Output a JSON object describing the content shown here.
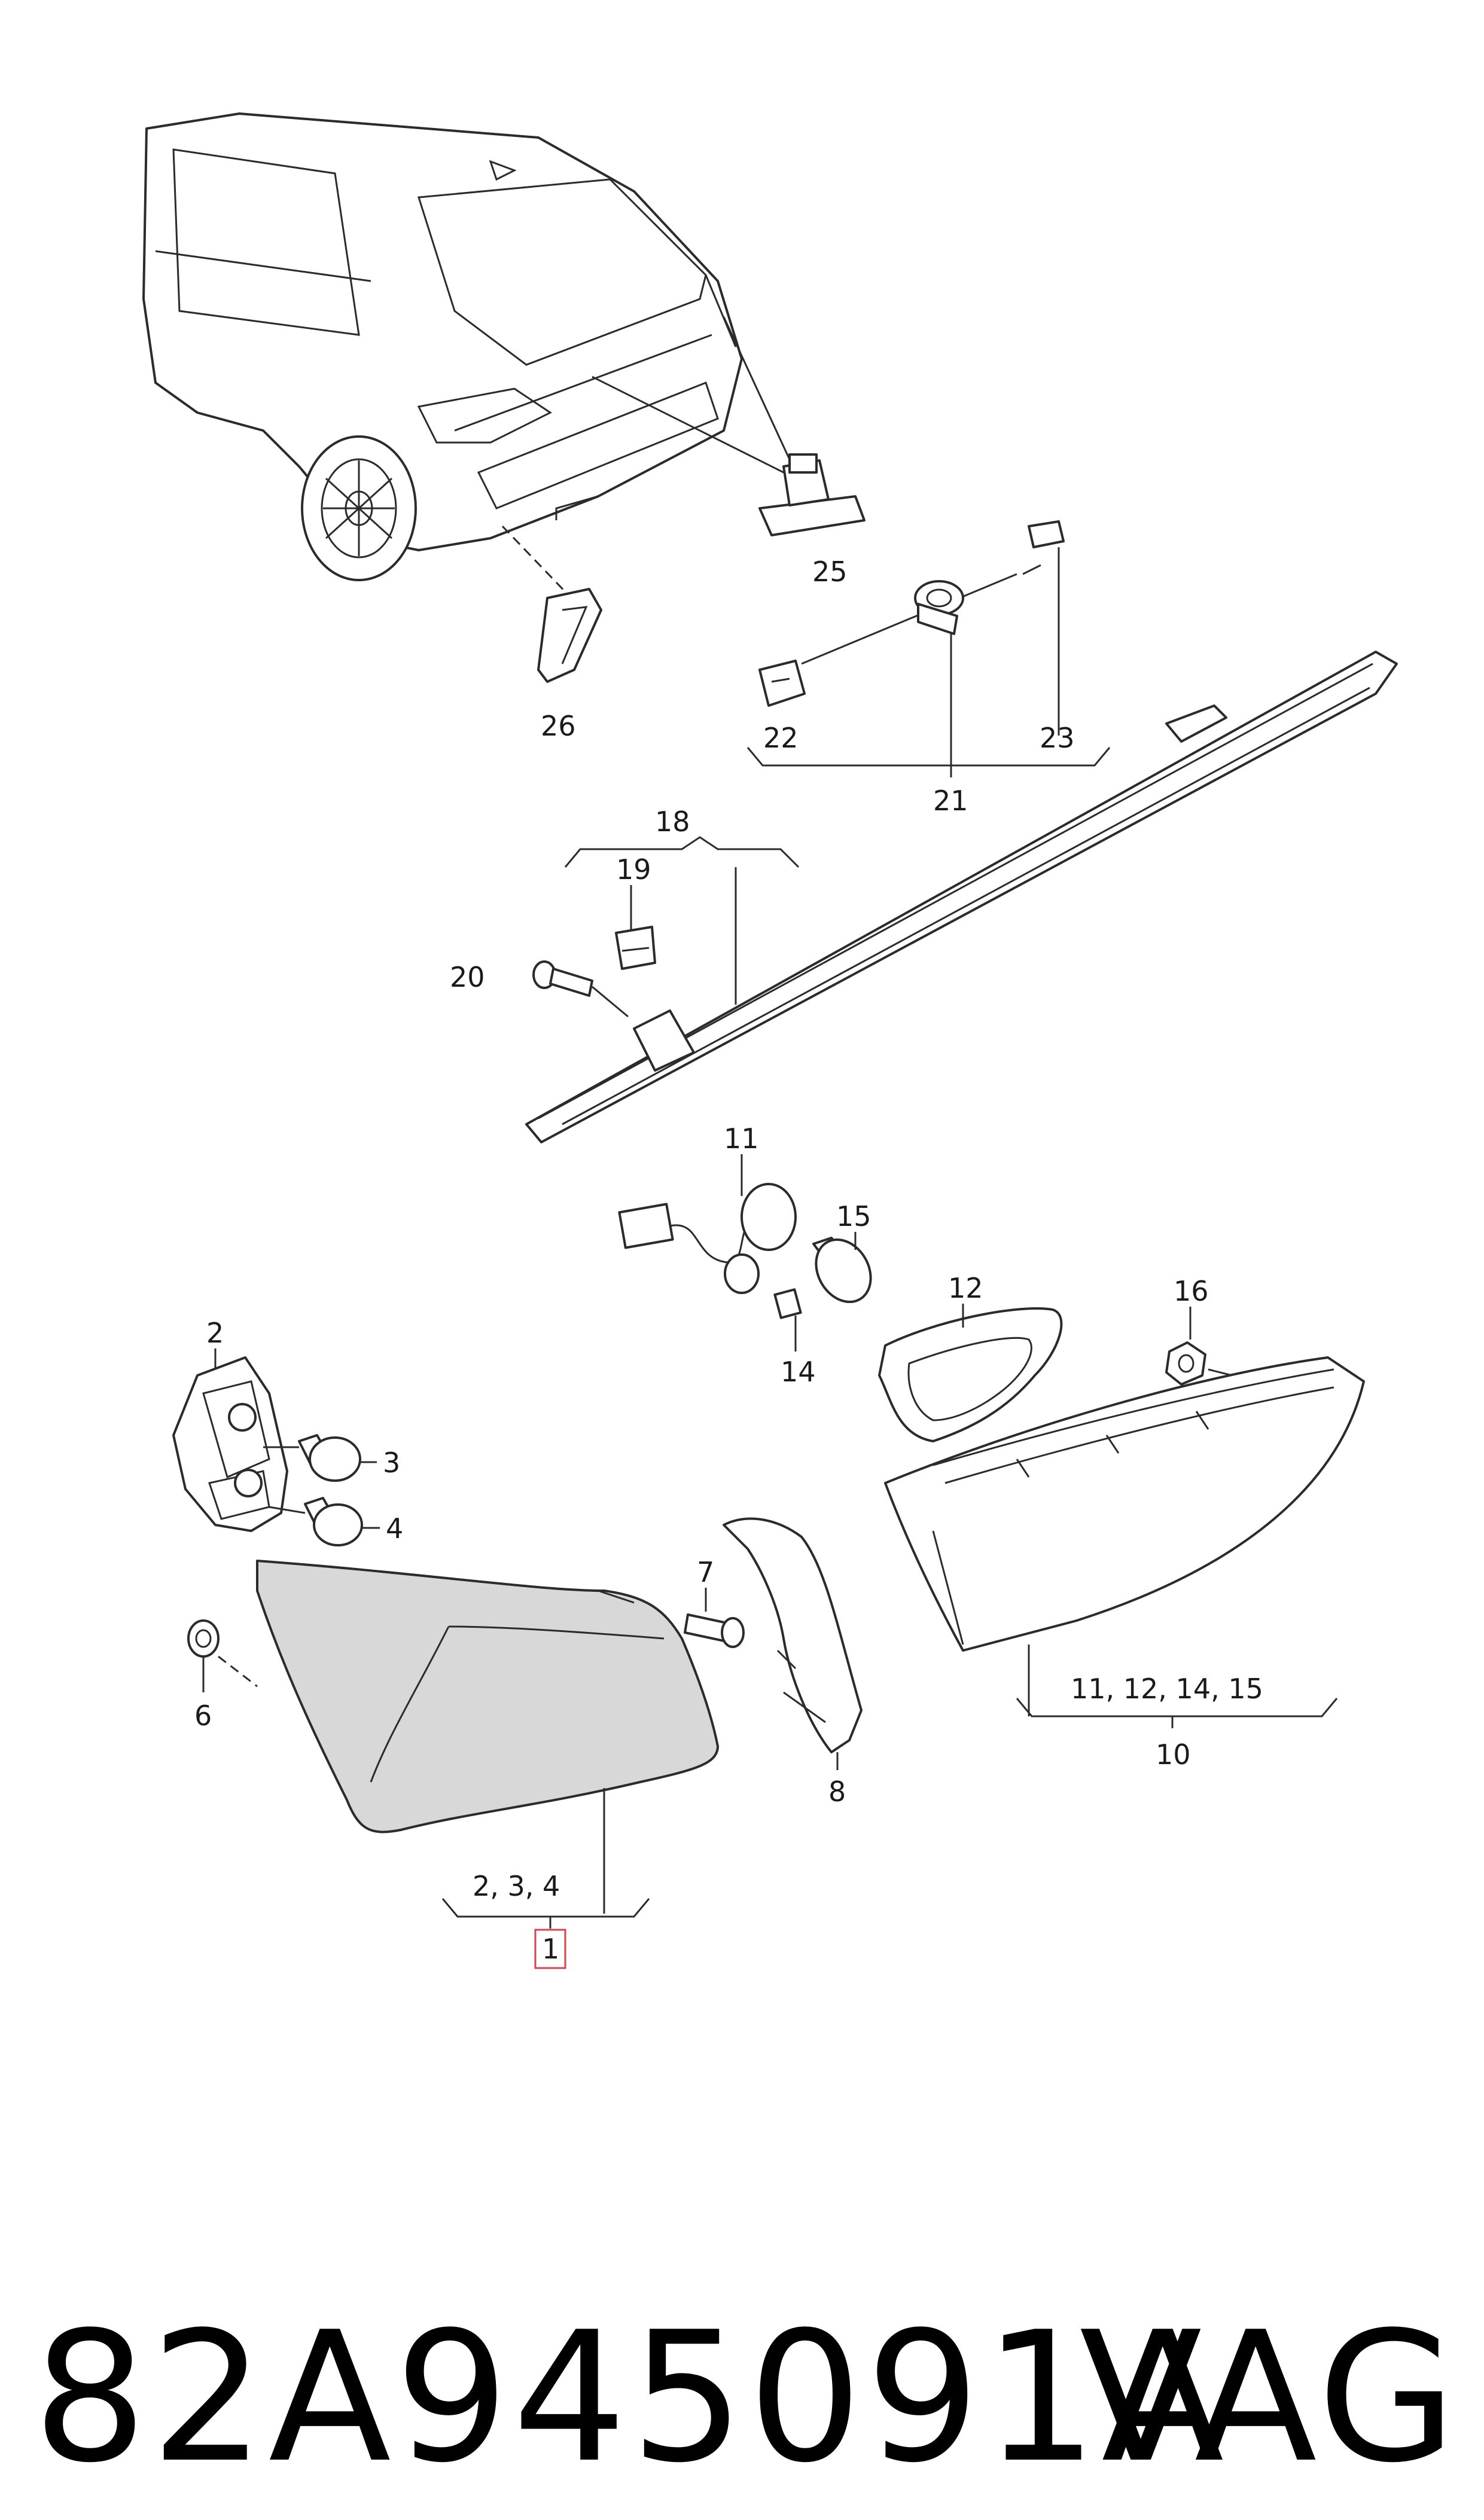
{
  "labels": {
    "p1": "1",
    "p2": "2",
    "p3": "3",
    "p4": "4",
    "p6": "6",
    "p7": "7",
    "p8": "8",
    "p10": "10",
    "p11": "11",
    "p12": "12",
    "p14": "14",
    "p15": "15",
    "p16": "16",
    "p18": "18",
    "p19": "19",
    "p20": "20",
    "p21": "21",
    "p22": "22",
    "p23": "23",
    "p25": "25",
    "p26": "26",
    "group_1": "2, 3, 4",
    "group_10": "11, 12, 14, 15"
  },
  "footer": {
    "part_number": "82A945091A",
    "brand": "VAG"
  },
  "colors": {
    "line": "#2b2b2b",
    "highlight_box": "#d9434f",
    "text": "#000000"
  }
}
